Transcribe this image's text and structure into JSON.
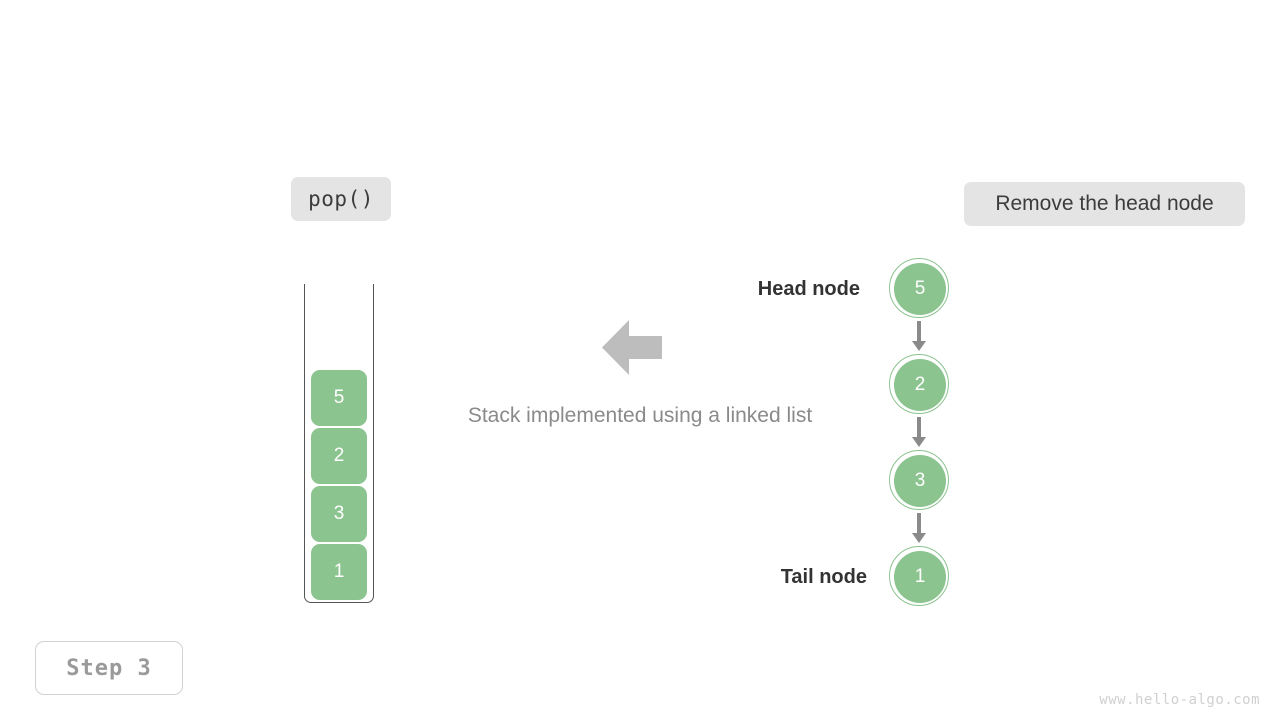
{
  "operation": {
    "label": "pop()"
  },
  "description": {
    "label": "Remove the head node"
  },
  "step": {
    "label": "Step 3"
  },
  "caption": {
    "text": "Stack implemented using a linked list"
  },
  "watermark": {
    "text": "www.hello-algo.com"
  },
  "stack": {
    "cells": [
      {
        "value": "5"
      },
      {
        "value": "2"
      },
      {
        "value": "3"
      },
      {
        "value": "1"
      }
    ]
  },
  "linked_list": {
    "head_label": "Head node",
    "tail_label": "Tail node",
    "nodes": [
      {
        "value": "5"
      },
      {
        "value": "2"
      },
      {
        "value": "3"
      },
      {
        "value": "1"
      }
    ]
  },
  "colors": {
    "node_green": "#8cc490",
    "chip_gray": "#e4e4e4",
    "arrow_gray": "#8a8a8a",
    "big_arrow_gray": "#bdbdbd",
    "text_dark": "#333333",
    "text_muted": "#8a8a8a",
    "watermark_gray": "#d0d0d0"
  },
  "icons": {
    "transform_arrow": "arrow-left-icon"
  }
}
